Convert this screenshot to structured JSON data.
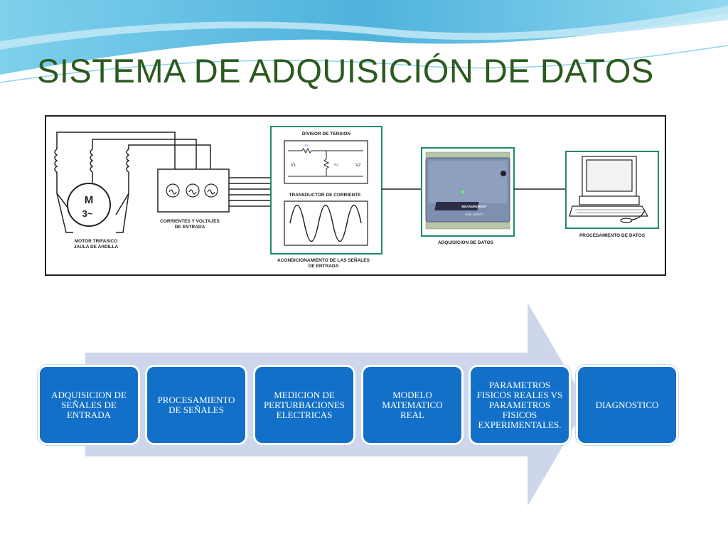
{
  "slide": {
    "title": "SISTEMA DE ADQUISICIÓN DE DATOS"
  },
  "diagram": {
    "motor_symbol": "M",
    "motor_phase": "3~",
    "motor_label_1": "MOTOR TRIFASICO",
    "motor_label_2": "JAULA DE ARDILLA",
    "sensor_label_1": "CORRIENTES Y VOLTAJES",
    "sensor_label_2": "DE ENTRADA",
    "divider_title": "DIVISOR DE TENSION",
    "r1": "R1",
    "r2": "R2",
    "v1": "V1",
    "v2": "V2",
    "transducer_title": "TRANSDUCTOR DE CORRIENTE",
    "conditioning_label_1": "ACONDICIONAMIENTO DE LAS SEÑALES",
    "conditioning_label_2": "DE ENTRADA",
    "daq_label": "ADQUISICION DE DATOS",
    "daq_brand": "MEASUREMENT",
    "daq_model": "USB-1608FS",
    "pc_label": "PROCESAMIENTO DE DATOS"
  },
  "process": {
    "steps": [
      "ADQUISICION DE SEÑALES DE ENTRADA",
      "PROCESAMIENTO DE SEÑALES",
      "MEDICION DE PERTURBACIONES ELECTRICAS",
      "MODELO MATEMATICO REAL",
      "PARAMETROS FISICOS REALES VS PARAMETROS FISICOS EXPERIMENTALES.",
      "DIAGNOSTICO"
    ]
  },
  "colors": {
    "title": "#2b5a1f",
    "step_fill": "#1270c8",
    "arrow_fill": "#cdd6ea",
    "wave_top": "#59b8de"
  }
}
